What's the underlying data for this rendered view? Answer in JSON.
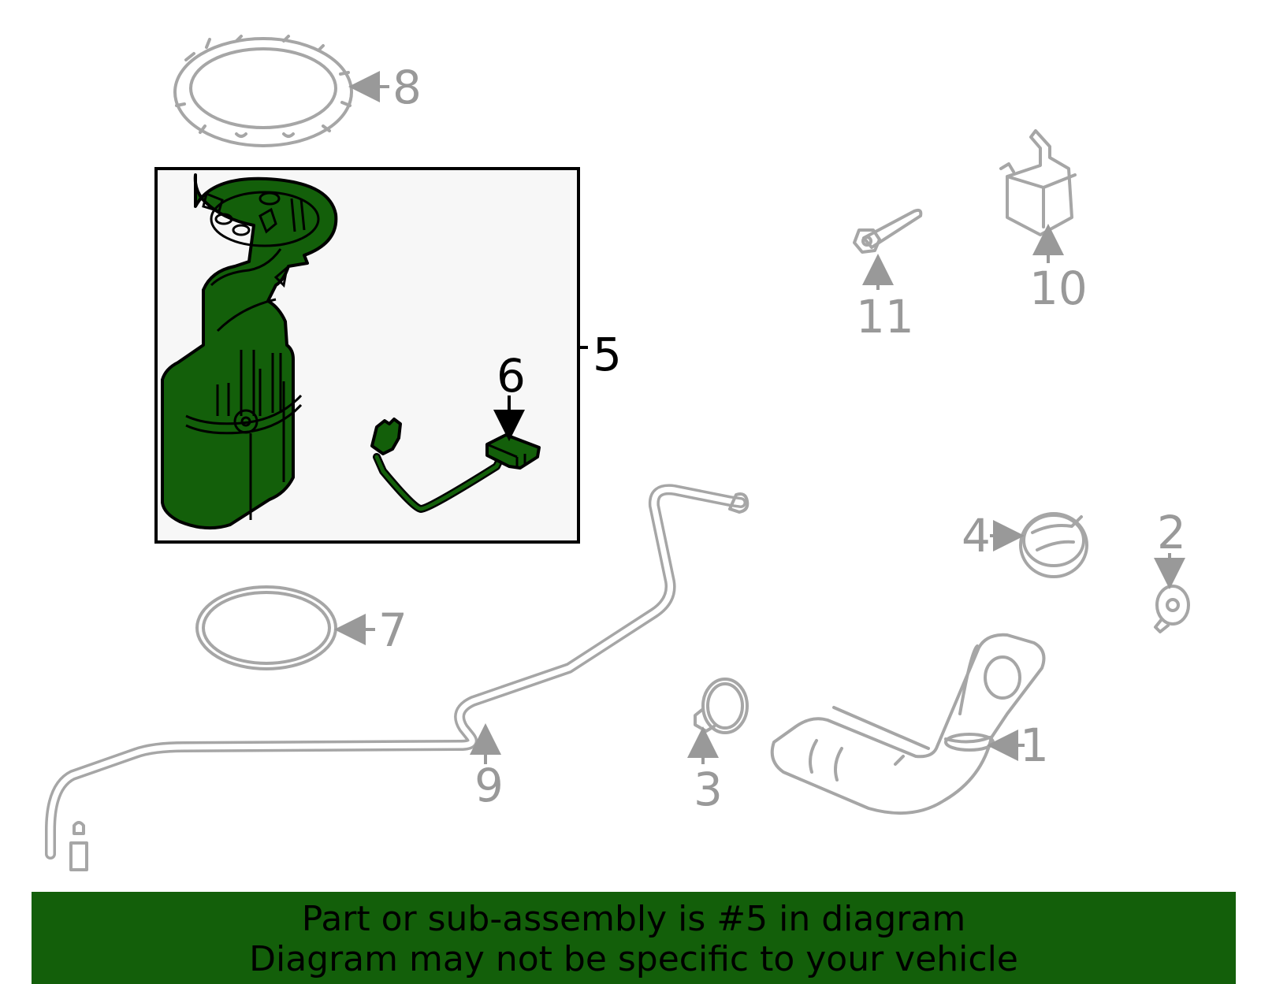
{
  "diagram": {
    "highlighted_part": "5",
    "highlight_color": "#135f0a",
    "callouts": [
      "1",
      "2",
      "3",
      "4",
      "5",
      "6",
      "7",
      "8",
      "9",
      "10",
      "11"
    ]
  },
  "banner": {
    "line1": "Part or sub-assembly is #5 in diagram",
    "line2": "Diagram may not be specific to your vehicle",
    "background": "#135f0a"
  }
}
